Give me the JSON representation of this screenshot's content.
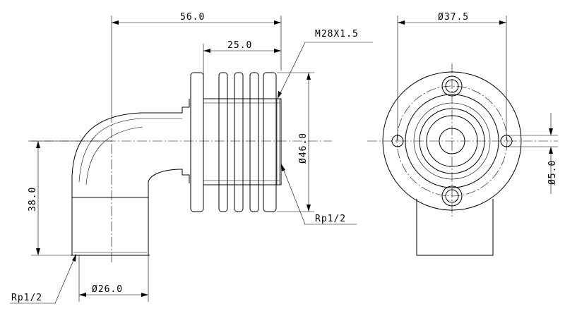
{
  "dimensions": {
    "total_length": "56.0",
    "thread_length": "25.0",
    "thread_spec": "M28X1.5",
    "fin_diameter": "Ø46.0",
    "inner_thread_right": "Rp1/2",
    "height": "38.0",
    "inner_thread_left": "Rp1/2",
    "body_diameter": "Ø26.0",
    "flange_diameter": "Ø37.5",
    "hole_diameter": "Ø5.0"
  }
}
